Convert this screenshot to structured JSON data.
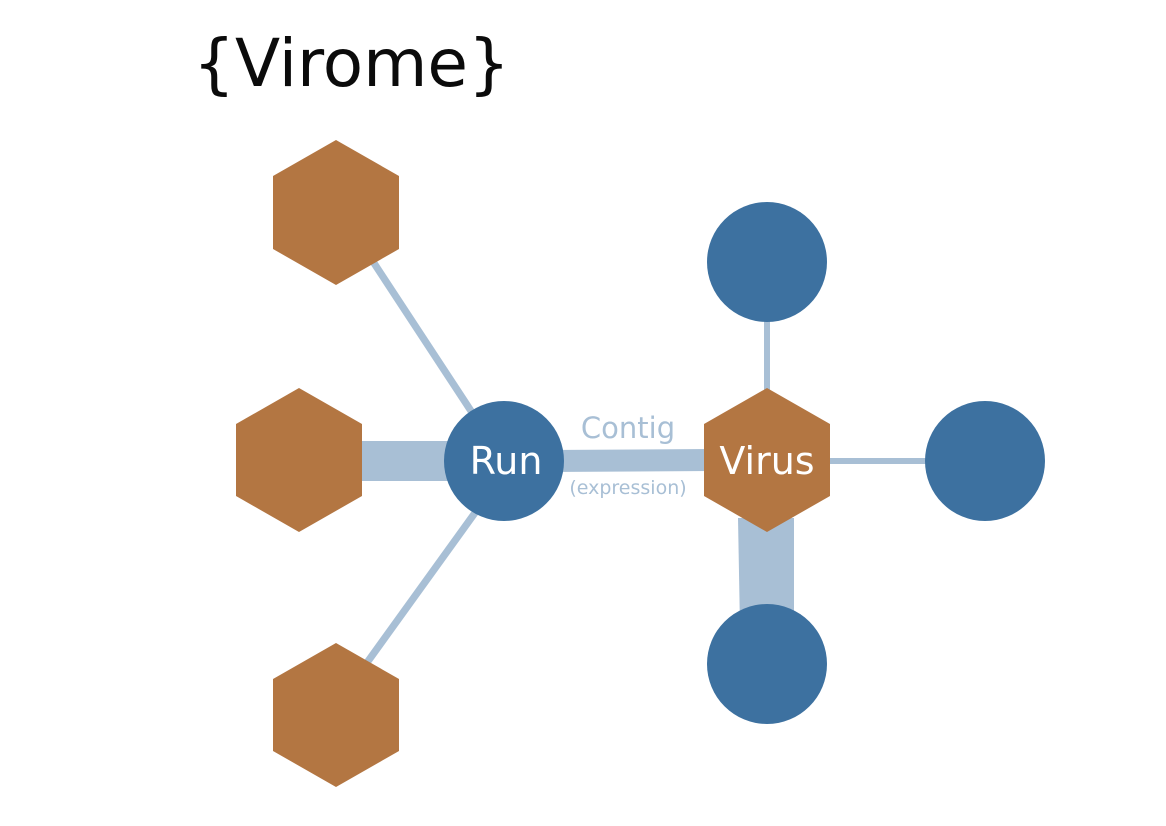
{
  "title": "{Virome}",
  "colors": {
    "hex_node": "#b37642",
    "circle_node": "#3d71a0",
    "edge": "#a8bfd5",
    "label_light": "#ffffff"
  },
  "diagram": {
    "nodes": [
      {
        "id": "run",
        "shape": "circle",
        "label": "Run"
      },
      {
        "id": "virus",
        "shape": "hexagon",
        "label": "Virus"
      },
      {
        "id": "hex_top_left",
        "shape": "hexagon",
        "label": ""
      },
      {
        "id": "hex_mid_left",
        "shape": "hexagon",
        "label": ""
      },
      {
        "id": "hex_bottom_left",
        "shape": "hexagon",
        "label": ""
      },
      {
        "id": "circle_top_right",
        "shape": "circle",
        "label": ""
      },
      {
        "id": "circle_mid_right",
        "shape": "circle",
        "label": ""
      },
      {
        "id": "circle_bottom_right",
        "shape": "circle",
        "label": ""
      }
    ],
    "edges": [
      {
        "from": "run",
        "to": "virus",
        "weight": "medium",
        "label": "Contig",
        "sublabel": "(expression)"
      },
      {
        "from": "run",
        "to": "hex_top_left",
        "weight": "thin"
      },
      {
        "from": "run",
        "to": "hex_mid_left",
        "weight": "thick"
      },
      {
        "from": "run",
        "to": "hex_bottom_left",
        "weight": "thin"
      },
      {
        "from": "virus",
        "to": "circle_top_right",
        "weight": "thin"
      },
      {
        "from": "virus",
        "to": "circle_mid_right",
        "weight": "thin"
      },
      {
        "from": "virus",
        "to": "circle_bottom_right",
        "weight": "thick"
      }
    ]
  }
}
